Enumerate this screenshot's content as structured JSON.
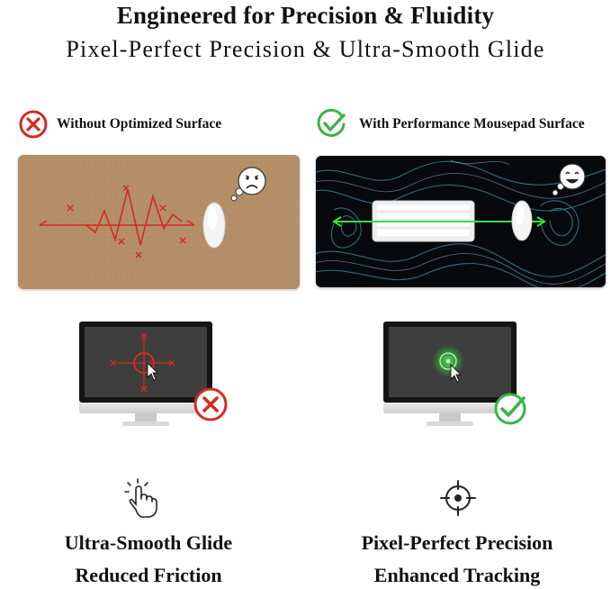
{
  "header": {
    "title": "Engineered for Precision & Fluidity",
    "subtitle": "Pixel-Perfect Precision & Ultra-Smooth Glide"
  },
  "comparison": {
    "left": {
      "label": "Without Optimized Surface",
      "status_icon": "x-circle-icon",
      "mood_icon": "sad-face-bubble-icon",
      "accent": "#d42a24"
    },
    "right": {
      "label": "With Performance Mousepad Surface",
      "status_icon": "check-circle-icon",
      "mood_icon": "happy-face-bubble-icon",
      "accent": "#3db346"
    }
  },
  "features": {
    "left": {
      "icon": "tap-hand-icon",
      "line1": "Ultra-Smooth Glide",
      "line2": "Reduced Friction"
    },
    "right": {
      "icon": "crosshair-icon",
      "line1": "Pixel-Perfect Precision",
      "line2": "Enhanced Tracking"
    }
  }
}
